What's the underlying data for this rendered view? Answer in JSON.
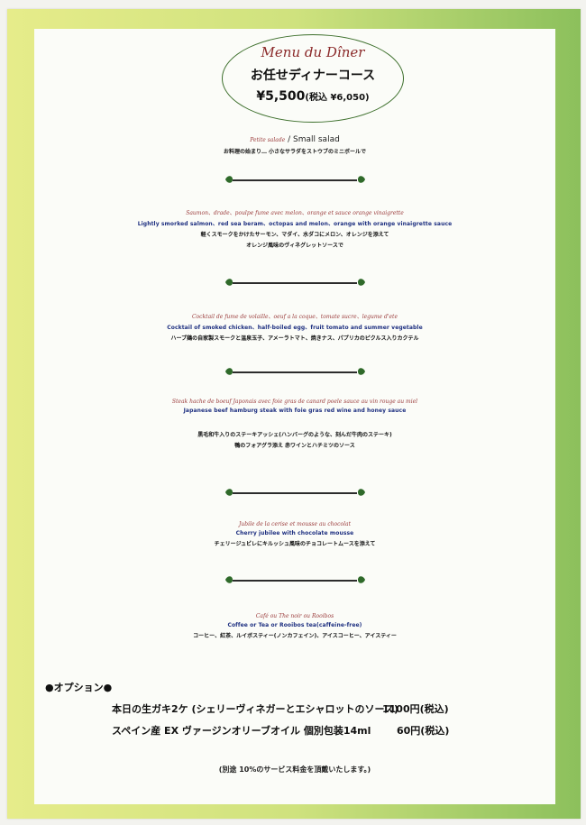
{
  "header": {
    "script_title": "Menu du Dîner",
    "title": "お任せディナーコース",
    "price": "¥5,500",
    "price_tax": "(税込 ¥6,050)"
  },
  "courses": [
    {
      "fr": "Petite salade",
      "fr_sep": " / ",
      "en_inline": "Small salad",
      "jp": [
        "お料理の始まり…  小さなサラダをストウブのミニボールで"
      ]
    },
    {
      "fr": "Saumon、drade、poulpe fume avec melon、orange et sauce orange vinaigrette",
      "en": "Lightly smorked salmon、red sea beram、octopas and melon、orange with orange vinaigrette sauce",
      "jp": [
        "軽くスモークをかけたサーモン、マダイ、水ダコにメロン、オレンジを添えて",
        "オレンジ風味のヴィネグレットソースで"
      ]
    },
    {
      "fr": "Cocktail de fume de volaille、oeuf a la coque、tomate sucre、legume d'ete",
      "en": "Cocktail of smoked chicken、half-boiled egg、fruit tomato and summer vegetable",
      "jp": [
        "ハーブ鶏の自家製スモークと温泉玉子、アメーラトマト、焼きナス、パプリカのピクルス入りカクテル"
      ]
    },
    {
      "fr": "Steak hache de boeuf Japonais avec foie gras de canard poele sauce au vin rouge au miel",
      "en": "Japanese beef hamburg steak with foie gras red wine and honey sauce",
      "jp": [
        "黒毛和牛入りのステーキアッシェ(ハンバーグのような、刻んだ牛肉のステーキ)",
        "鴨のフォアグラ添え  赤ワインとハチミツのソース"
      ]
    },
    {
      "fr": "Jubile de la cerise et mousse au chocolat",
      "en": "Cherry jubilee with chocolate mousse",
      "jp": [
        "チェリージュビレにキルッシュ風味のチョコレートムースを添えて"
      ]
    },
    {
      "fr": "Café ou The noir ou Rooibos",
      "en": "Coffee or Tea or Rooibos tea(caffeine-free)",
      "jp": [
        "コーヒー、紅茶、ルイボスティー(ノンカフェイン)、アイスコーヒー、アイスティー"
      ]
    }
  ],
  "options": {
    "title": "●オプション●",
    "items": [
      {
        "name": "本日の生ガキ2ケ (シェリーヴィネガーとエシャロットのソース)",
        "price": "1100円(税込)"
      },
      {
        "name": "スペイン産 EX ヴァージンオリーブオイル  個別包装14ml",
        "price": "60円(税込)"
      }
    ]
  },
  "footnote": "(別途 10%のサービス料金を頂戴いたします。)",
  "colors": {
    "frame_left": "#e6ec8a",
    "frame_right": "#8cc05c",
    "french": "#9a3a3a",
    "english": "#1d2f80",
    "oval": "#3b6e2a"
  }
}
